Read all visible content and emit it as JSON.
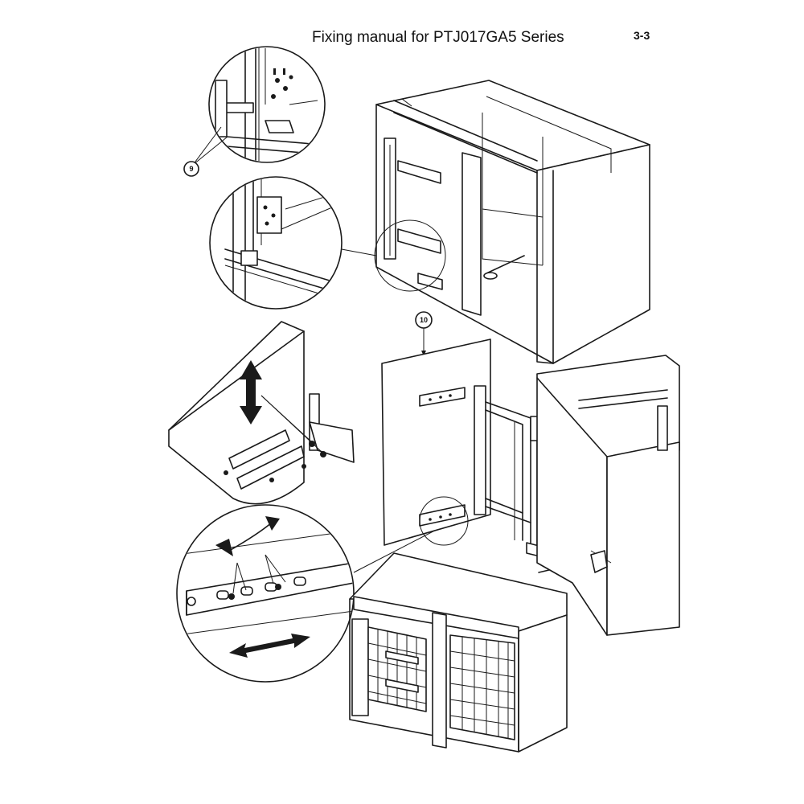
{
  "header": {
    "title": "Fixing manual for PTJ017GA5 Series",
    "page_number": "3-3"
  },
  "callouts": {
    "step_9": "9",
    "step_10": "10"
  },
  "colors": {
    "line": "#1a1a1a",
    "paper": "#ffffff"
  }
}
